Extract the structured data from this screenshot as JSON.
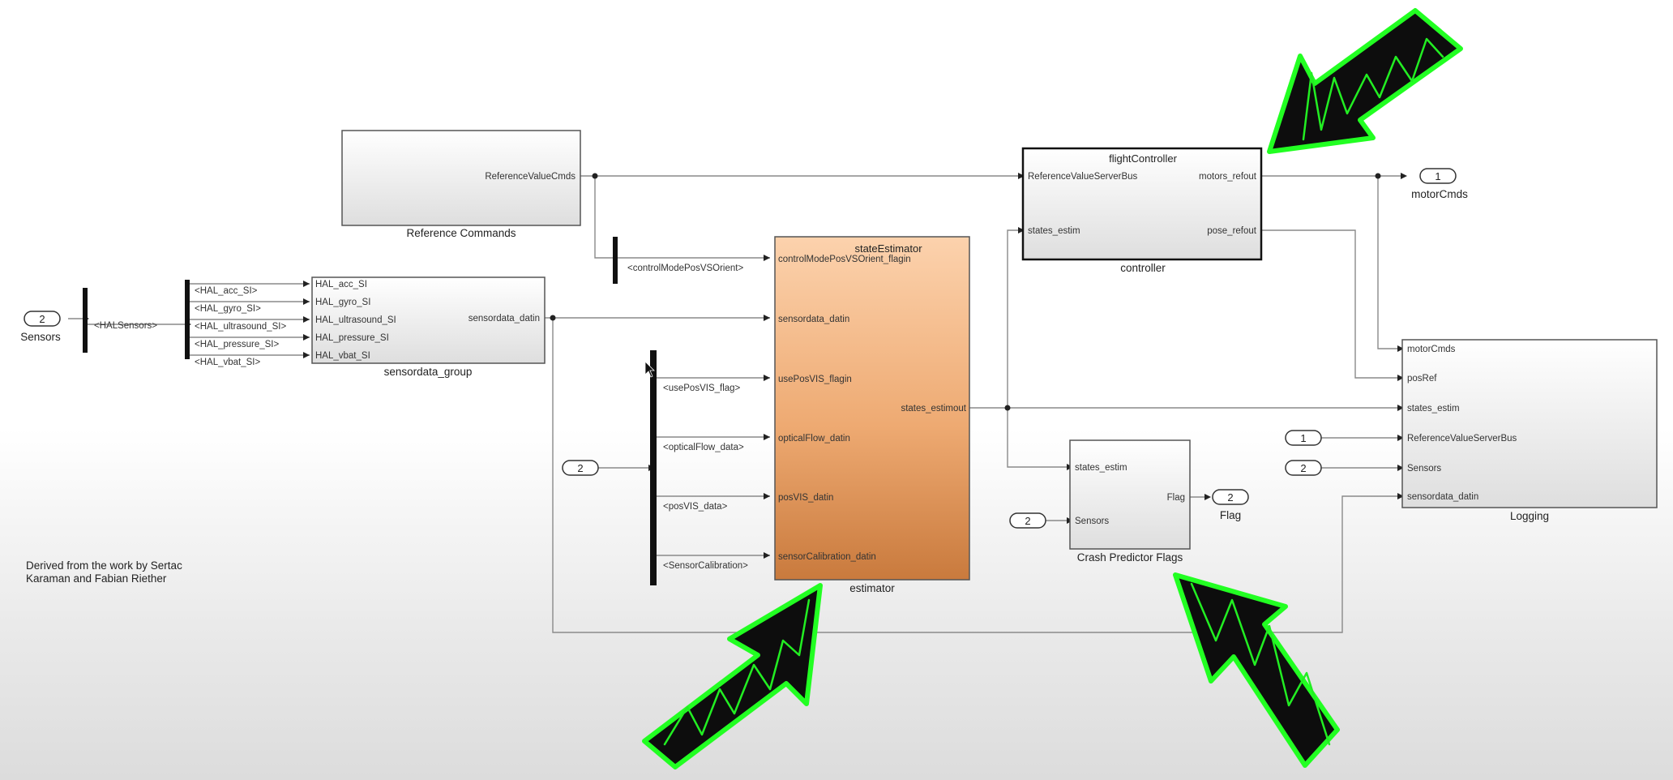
{
  "blocks": {
    "reference": {
      "label": "Reference Commands",
      "out_port": "ReferenceValueCmds"
    },
    "sensordata_group": {
      "label": "sensordata_group",
      "in_ports": [
        "HAL_acc_SI",
        "HAL_gyro_SI",
        "HAL_ultrasound_SI",
        "HAL_pressure_SI",
        "HAL_vbat_SI"
      ],
      "out_port": "sensordata_datin"
    },
    "estimator": {
      "label": "estimator",
      "title": "stateEstimator",
      "in_ports": [
        "controlModePosVSOrient_flagin",
        "sensordata_datin",
        "usePosVIS_flagin",
        "opticalFlow_datin",
        "posVIS_datin",
        "sensorCalibration_datin"
      ],
      "out_port": "states_estimout"
    },
    "controller": {
      "label": "controller",
      "title": "flightController",
      "in_ports": [
        "ReferenceValueServerBus",
        "states_estim"
      ],
      "out_ports": [
        "motors_refout",
        "pose_refout"
      ]
    },
    "crash": {
      "label": "Crash Predictor Flags",
      "in_ports": [
        "states_estim",
        "Sensors"
      ],
      "out_port": "Flag"
    },
    "logging": {
      "label": "Logging",
      "in_ports": [
        "motorCmds",
        "posRef",
        "states_estim",
        "ReferenceValueServerBus",
        "Sensors",
        "sensordata_datin"
      ]
    }
  },
  "ports": {
    "sensors_in": {
      "number": "2",
      "label": "Sensors"
    },
    "motor_out": {
      "number": "1",
      "label": "motorCmds"
    },
    "flag_out": {
      "number": "2",
      "label": "Flag"
    },
    "est_const": {
      "number": "2"
    },
    "crash_const": {
      "number": "2"
    },
    "log_const1": {
      "number": "1"
    },
    "log_const2": {
      "number": "2"
    }
  },
  "signal_labels": {
    "hal_sensors": "<HALSensors>",
    "hal_acc": "<HAL_acc_SI>",
    "hal_gyro": "<HAL_gyro_SI>",
    "hal_ultrasound": "<HAL_ultrasound_SI>",
    "hal_pressure": "<HAL_pressure_SI>",
    "hal_vbat": "<HAL_vbat_SI>",
    "control_mode": "<controlModePosVSOrient>",
    "use_pos_vis": "<usePosVIS_flag>",
    "optical_flow": "<opticalFlow_data>",
    "pos_vis": "<posVIS_data>",
    "sensor_cal": "<SensorCalibration>"
  },
  "annotation": {
    "line1": "Derived from the work by Sertac",
    "line2": "Karaman and Fabian Riether"
  },
  "highlight_arrows": [
    {
      "target": "flightController block",
      "color": "#22ff22",
      "direction": "down-left"
    },
    {
      "target": "estimator block",
      "color": "#22ff22",
      "direction": "up-right"
    },
    {
      "target": "Crash Predictor Flags block",
      "color": "#22ff22",
      "direction": "up-left"
    }
  ]
}
